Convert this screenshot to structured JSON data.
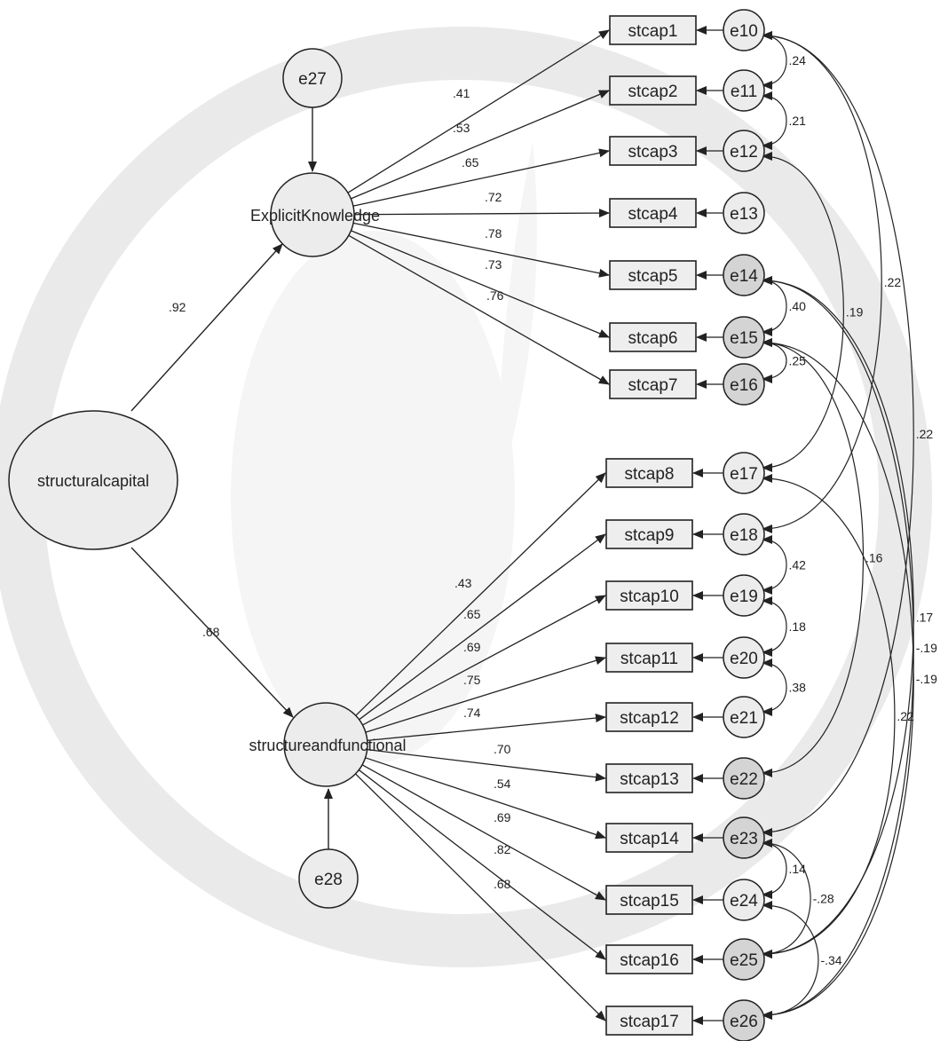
{
  "diagram": {
    "watermark_colors": {
      "stroke": "#d9d9d9",
      "fill": "#eeeeee"
    },
    "colors": {
      "line": "#222222",
      "box_fill": "#eeeeee",
      "circle_fill": "#ececec",
      "dark_circle_fill": "#d4d4d4"
    },
    "latents": {
      "structural": "structuralcapital",
      "explicit": "ExplicitKnowledge",
      "functional": "structureandfunctional"
    },
    "disturbances": {
      "e27": "e27",
      "e28": "e28"
    },
    "second_order_loadings": {
      "explicit": ".92",
      "functional": ".68"
    },
    "indicators": [
      {
        "label": "stcap1",
        "error": "e10",
        "loading": ".41"
      },
      {
        "label": "stcap2",
        "error": "e11",
        "loading": ".53"
      },
      {
        "label": "stcap3",
        "error": "e12",
        "loading": ".65"
      },
      {
        "label": "stcap4",
        "error": "e13",
        "loading": ".72"
      },
      {
        "label": "stcap5",
        "error": "e14",
        "loading": ".78"
      },
      {
        "label": "stcap6",
        "error": "e15",
        "loading": ".73"
      },
      {
        "label": "stcap7",
        "error": "e16",
        "loading": ".76"
      },
      {
        "label": "stcap8",
        "error": "e17",
        "loading": ".43"
      },
      {
        "label": "stcap9",
        "error": "e18",
        "loading": ".65"
      },
      {
        "label": "stcap10",
        "error": "e19",
        "loading": ".69"
      },
      {
        "label": "stcap11",
        "error": "e20",
        "loading": ".75"
      },
      {
        "label": "stcap12",
        "error": "e21",
        "loading": ".74"
      },
      {
        "label": "stcap13",
        "error": "e22",
        "loading": ".70"
      },
      {
        "label": "stcap14",
        "error": "e23",
        "loading": ".54"
      },
      {
        "label": "stcap15",
        "error": "e24",
        "loading": ".69"
      },
      {
        "label": "stcap16",
        "error": "e25",
        "loading": ".82"
      },
      {
        "label": "stcap17",
        "error": "e26",
        "loading": ".68"
      }
    ],
    "covariances": [
      {
        "from": "e10",
        "to": "e11",
        "value": ".24"
      },
      {
        "from": "e11",
        "to": "e12",
        "value": ".21"
      },
      {
        "from": "e14",
        "to": "e15",
        "value": ".40"
      },
      {
        "from": "e15",
        "to": "e16",
        "value": ".25"
      },
      {
        "from": "e18",
        "to": "e19",
        "value": ".42"
      },
      {
        "from": "e19",
        "to": "e20",
        "value": ".18"
      },
      {
        "from": "e20",
        "to": "e21",
        "value": ".38"
      },
      {
        "from": "e23",
        "to": "e24",
        "value": ".14"
      },
      {
        "from": "e12",
        "to": "e17",
        "value": ".19"
      },
      {
        "from": "e10",
        "to": "e18",
        "value": ".22"
      },
      {
        "from": "e10",
        "to": "e23",
        "value": ".22"
      },
      {
        "from": "e14",
        "to": "e25",
        "value": ".17"
      },
      {
        "from": "e15",
        "to": "e22",
        "value": ".16"
      },
      {
        "from": "e14",
        "to": "e26",
        "value": "-.19"
      },
      {
        "from": "e15",
        "to": "e26",
        "value": "-.19"
      },
      {
        "from": "e17",
        "to": "e25",
        "value": ".22"
      },
      {
        "from": "e23",
        "to": "e25",
        "value": "-.28"
      },
      {
        "from": "e24",
        "to": "e26",
        "value": "-.34"
      }
    ]
  }
}
